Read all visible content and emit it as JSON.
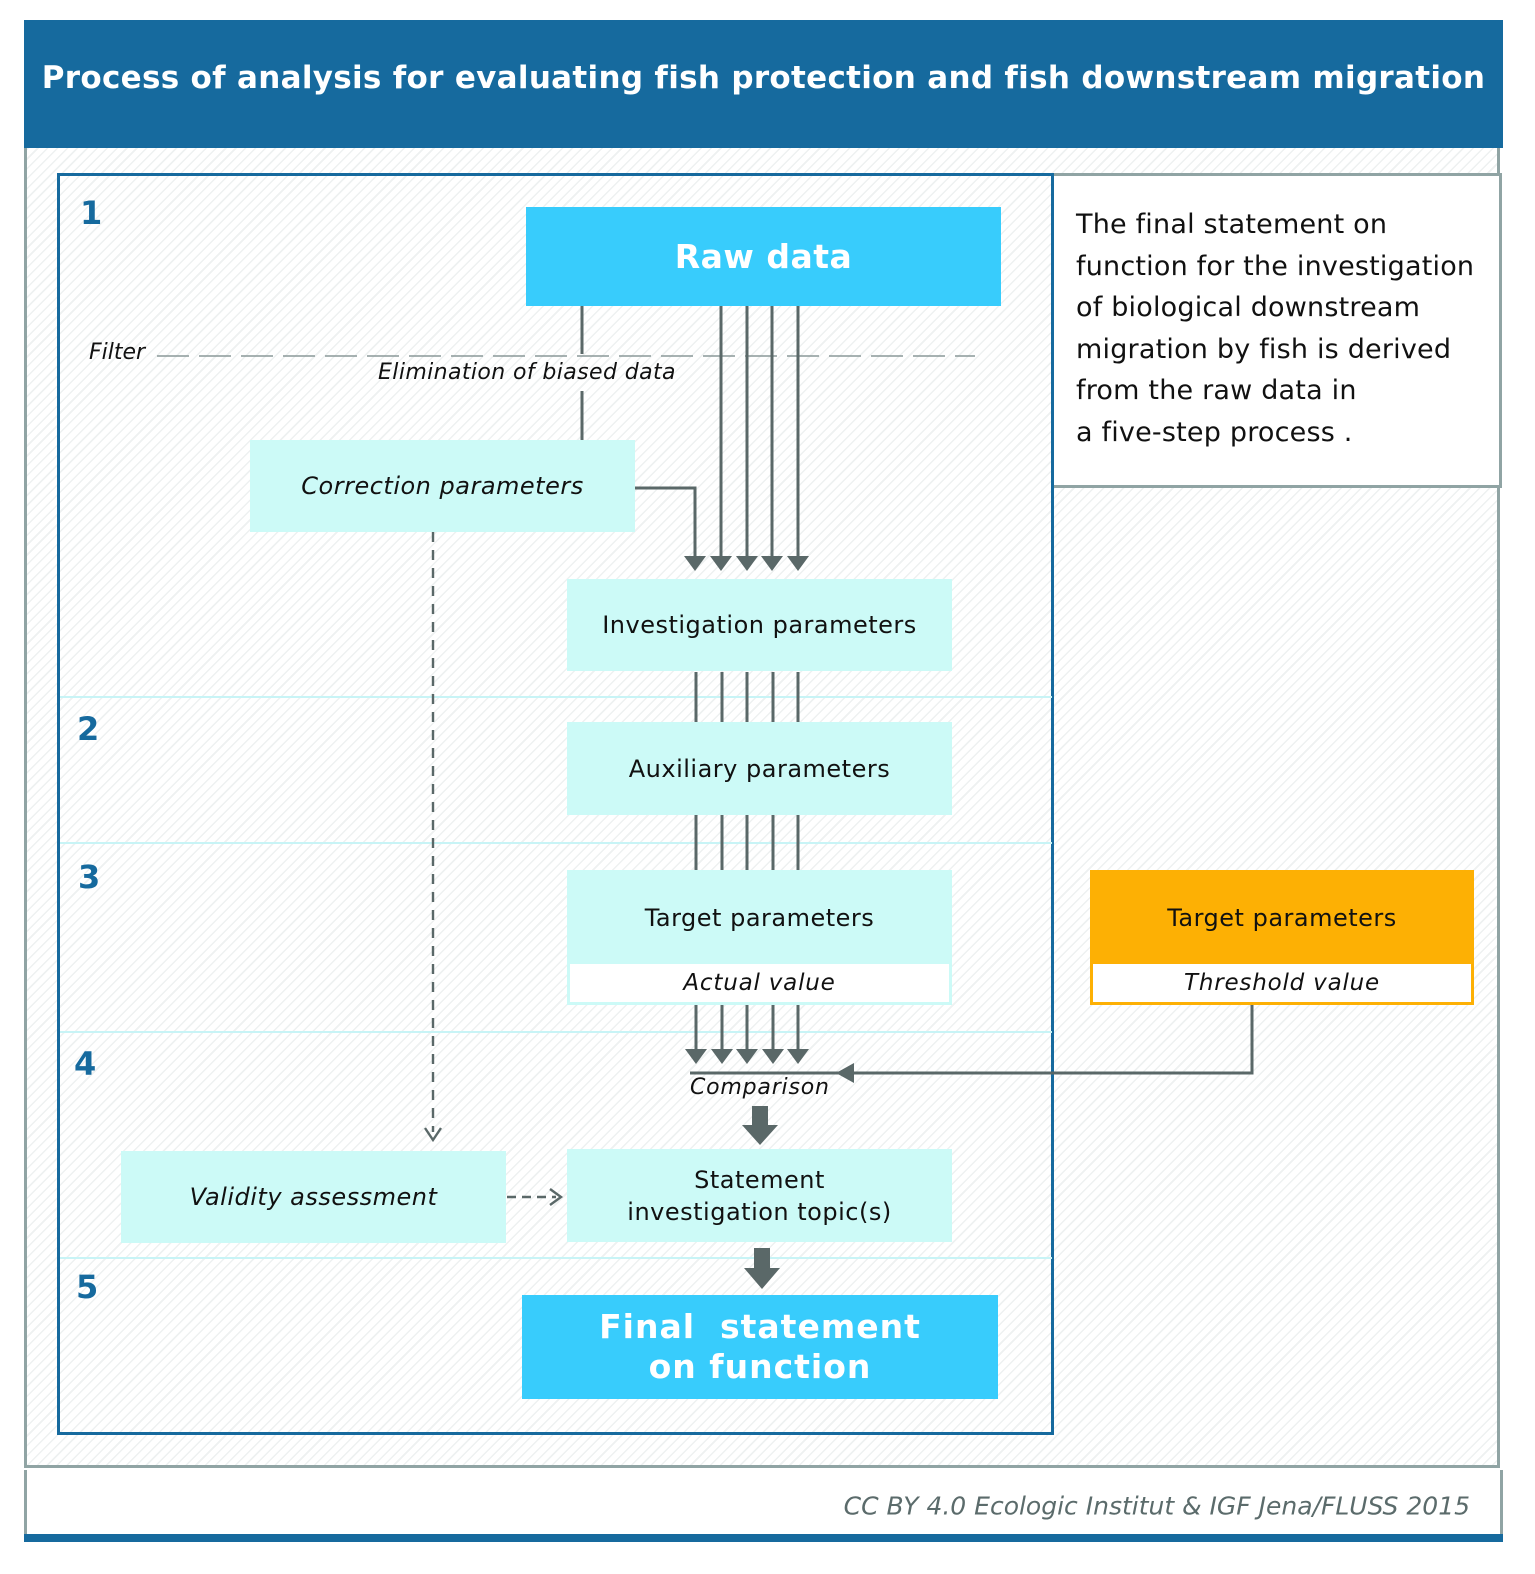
{
  "header": {
    "title": "Process of analysis for evaluating fish protection and fish downstream migration"
  },
  "info_box": {
    "text": "The final statement on\nfunction for the investigation\nof biological downstream\nmigration by fish is derived\nfrom the raw data in\na five-step process ."
  },
  "steps": [
    "1",
    "2",
    "3",
    "4",
    "5"
  ],
  "nodes": {
    "raw_data": "Raw data",
    "filter_label": "Filter",
    "elimination_label": "Elimination of biased data",
    "correction_parameters": "Correction parameters",
    "investigation_parameters": "Investigation parameters",
    "auxiliary_parameters": "Auxiliary parameters",
    "target_parameters": "Target parameters",
    "actual_value": "Actual value",
    "target_parameters_external": "Target parameters",
    "threshold_value": "Threshold value",
    "comparison": "Comparison",
    "validity_assessment": "Validity assessment",
    "statement_line1": "Statement",
    "statement_line2": "investigation topic(s)",
    "final_line1": "Final  statement",
    "final_line2": "on function"
  },
  "colors": {
    "header_blue": "#166a9e",
    "bright_cyan": "#38ccfc",
    "light_cyan": "#ccfaf7",
    "orange": "#fdb004",
    "connector_gray": "#5a6868"
  },
  "footer": {
    "credit": "CC BY 4.0  Ecologic Institut & IGF Jena/FLUSS 2015"
  }
}
